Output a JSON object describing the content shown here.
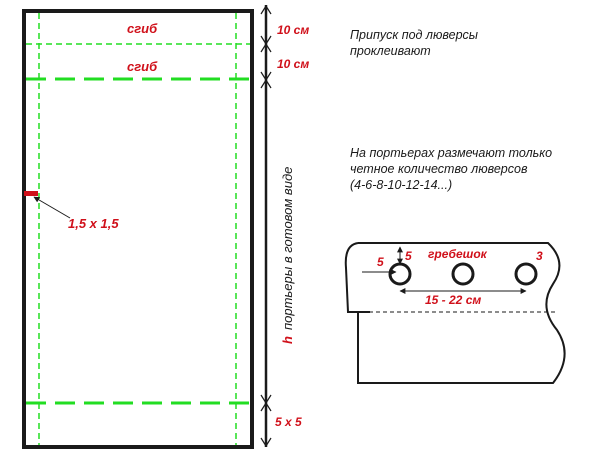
{
  "labels": {
    "fold_top": "сгиб",
    "fold_second": "сгиб",
    "corner_size": "1,5 х 1,5",
    "dim_top_1": "10 см",
    "dim_top_2": "10 см",
    "dim_bottom": "5 х 5",
    "h_letter": "h",
    "height_caption": "портьеры в готовом виде",
    "note_allowance_line1": "Припуск под люверсы",
    "note_allowance_line2": "проклеивают",
    "note_even_line1": "На портьерах размечают только",
    "note_even_line2": "четное количество люверсов",
    "note_even_line3": "(4-6-8-10-12-14...)",
    "detail_dim_5_vertical": "5",
    "detail_dim_5_horizontal": "5",
    "detail_comb": "гребешок",
    "detail_dim_3": "3",
    "detail_spacing": "15 - 22 см"
  },
  "colors": {
    "outline": "#1a1a1a",
    "guide_green": "#22dd22",
    "accent_red": "#d0101a"
  }
}
